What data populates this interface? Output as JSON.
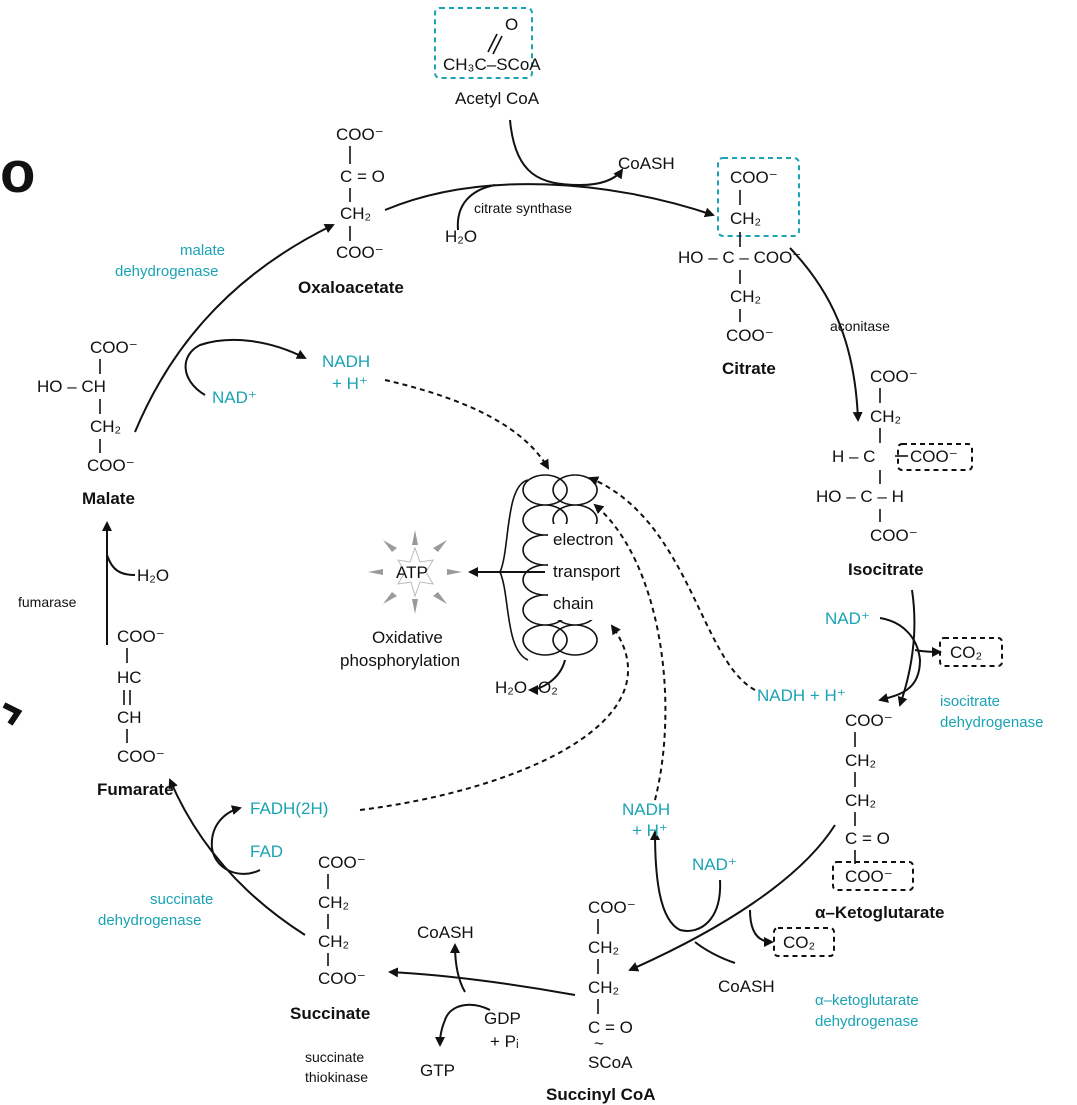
{
  "molecules": {
    "acetyl_coa": {
      "formula": "CH₃C–SCoA",
      "carbonyl": "O",
      "name": "Acetyl CoA"
    },
    "oxaloacetate": {
      "lines": [
        "COO⁻",
        "C = O",
        "CH₂",
        "COO⁻"
      ],
      "name": "Oxaloacetate"
    },
    "citrate": {
      "lines": [
        "COO⁻",
        "CH₂",
        "HO – C – COO⁻",
        "CH₂",
        "COO⁻"
      ],
      "name": "Citrate"
    },
    "isocitrate": {
      "lines": [
        "COO⁻",
        "CH₂",
        "H – C",
        "COO⁻",
        "HO – C – H",
        "COO⁻"
      ],
      "name": "Isocitrate"
    },
    "akg": {
      "lines": [
        "COO⁻",
        "CH₂",
        "CH₂",
        "C = O",
        "COO⁻"
      ],
      "name": "α–Ketoglutarate"
    },
    "succinyl_coa": {
      "lines": [
        "COO⁻",
        "CH₂",
        "CH₂",
        "C = O",
        "SCoA"
      ],
      "name": "Succinyl CoA"
    },
    "succinate": {
      "lines": [
        "COO⁻",
        "CH₂",
        "CH₂",
        "COO⁻"
      ],
      "name": "Succinate"
    },
    "fumarate": {
      "lines": [
        "COO⁻",
        "HC",
        "CH",
        "COO⁻"
      ],
      "name": "Fumarate"
    },
    "malate": {
      "lines": [
        "COO⁻",
        "HO – CH",
        "CH₂",
        "COO⁻"
      ],
      "name": "Malate"
    }
  },
  "enzymes": {
    "citrate_synthase": "citrate synthase",
    "aconitase": "aconitase",
    "isocitrate_dh": [
      "isocitrate",
      "dehydrogenase"
    ],
    "akg_dh": [
      "α–ketoglutarate",
      "dehydrogenase"
    ],
    "succinate_thiokinase": [
      "succinate",
      "thiokinase"
    ],
    "succinate_dh": [
      "succinate",
      "dehydrogenase"
    ],
    "fumarase": "fumarase",
    "malate_dh": [
      "malate",
      "dehydrogenase"
    ]
  },
  "cofactors": {
    "coash_1": "CoASH",
    "h2o_1": "H₂O",
    "nad_1": "NAD⁺",
    "nadh_1": "NADH + H⁺",
    "co2_1": "CO₂",
    "nad_2": "NAD⁺",
    "nadh_2": [
      "NADH",
      "+ H⁺"
    ],
    "coash_2": "CoASH",
    "co2_2": "CO₂",
    "coash_3": "CoASH",
    "gdp": [
      "GDP",
      "+ Pᵢ"
    ],
    "gtp": "GTP",
    "fadh": "FADH(2H)",
    "fad": "FAD",
    "h2o_2": "H₂O",
    "nad_3": "NAD⁺",
    "nadh_3": [
      "NADH",
      "+ H⁺"
    ]
  },
  "etc": {
    "labels": [
      "electron",
      "transport",
      "chain"
    ],
    "atp": "ATP",
    "oxphos": [
      "Oxidative",
      "phosphorylation"
    ],
    "h2o": "H₂O",
    "o2": "O₂"
  },
  "colors": {
    "accent": "#1aa3b4",
    "ink": "#111111"
  }
}
